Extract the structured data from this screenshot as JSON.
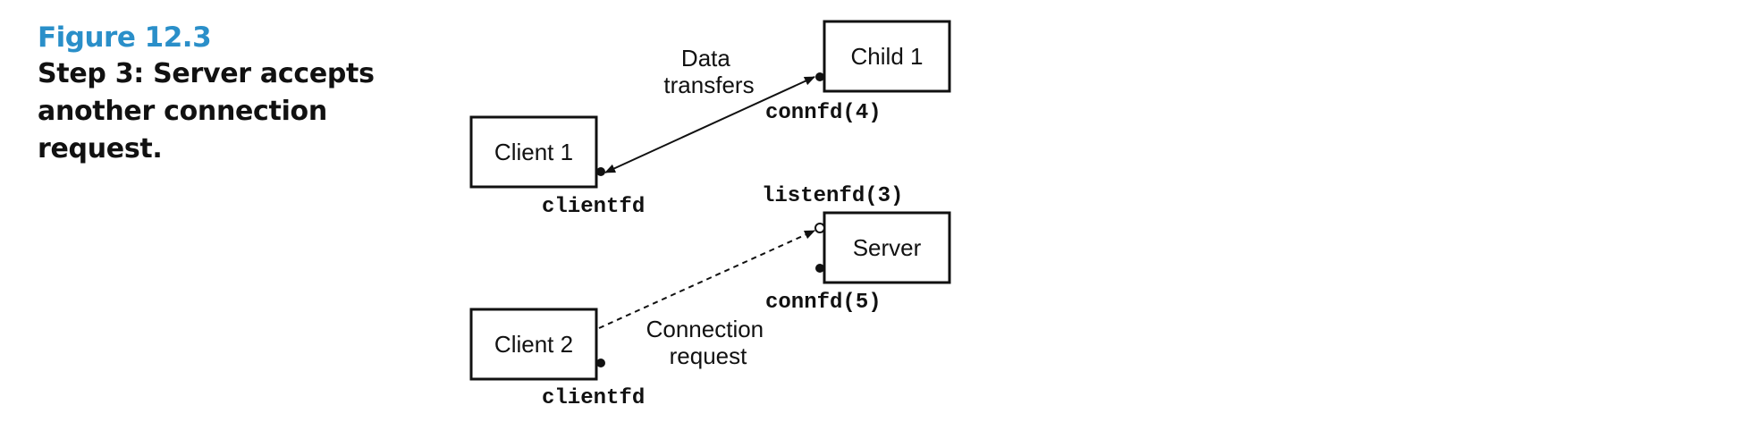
{
  "caption": {
    "figure_number": "Figure 12.3",
    "title": "Step 3: Server accepts another connection request."
  },
  "nodes": {
    "client1": "Client 1",
    "client2": "Client 2",
    "child1": "Child 1",
    "server": "Server"
  },
  "descriptors": {
    "client1_fd": "clientfd",
    "client2_fd": "clientfd",
    "child1_fd": "connfd(4)",
    "server_listen_fd": "listenfd(3)",
    "server_conn_fd": "connfd(5)"
  },
  "edges": {
    "data_transfers": [
      "Data",
      "transfers"
    ],
    "connection_request": [
      "Connection",
      "request"
    ]
  }
}
